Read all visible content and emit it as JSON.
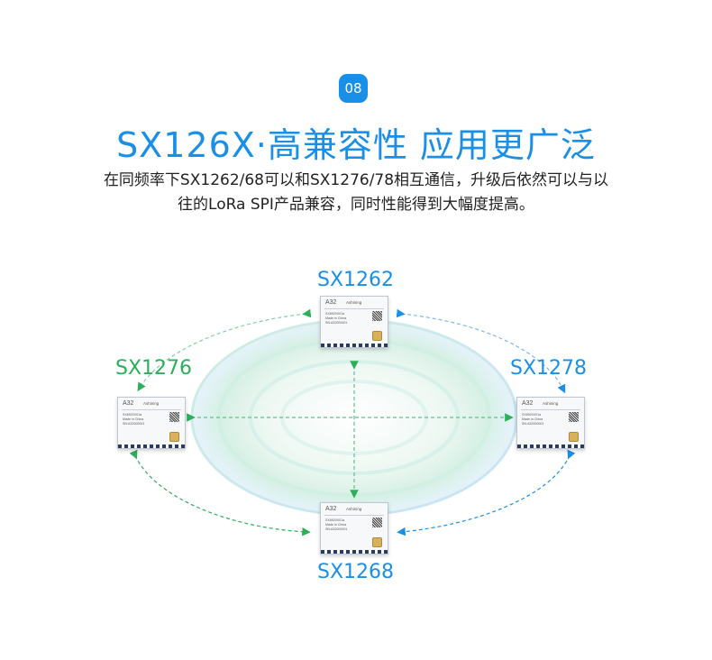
{
  "badge": "08",
  "title": "SX126X·高兼容性 应用更广泛",
  "description": [
    "在同频率下SX1262/68可以和SX1276/78相互通信，升级后依然可以与以",
    "往的LoRa SPI产品兼容，同时性能得到大幅度提高。"
  ],
  "chips": {
    "top": "SX1262",
    "left": "SX1276",
    "right": "SX1278",
    "bottom": "SX1268"
  },
  "module": {
    "model": "A32",
    "brand": "Ashining",
    "line1": "SX6920X01a",
    "line2": "Made in China",
    "line3": "SN:A32000001"
  },
  "colors": {
    "accent_blue": "#1a8fe8",
    "accent_green": "#2cae5a"
  }
}
